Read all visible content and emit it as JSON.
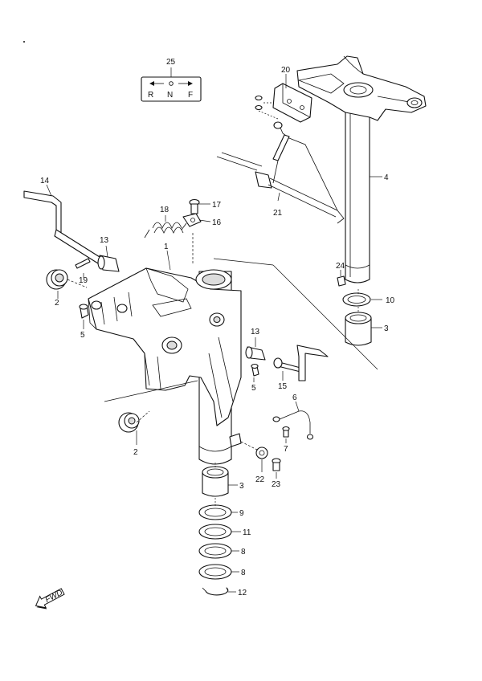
{
  "callouts": {
    "c1": "1",
    "c2a": "2",
    "c2b": "2",
    "c3a": "3",
    "c3b": "3",
    "c4": "4",
    "c5a": "5",
    "c5b": "5",
    "c6": "6",
    "c7": "7",
    "c8a": "8",
    "c8b": "8",
    "c9": "9",
    "c10": "10",
    "c11": "11",
    "c12": "12",
    "c13a": "13",
    "c13b": "13",
    "c14": "14",
    "c15": "15",
    "c16": "16",
    "c17": "17",
    "c18": "18",
    "c19": "19",
    "c20": "20",
    "c21": "21",
    "c22": "22",
    "c23": "23",
    "c24": "24",
    "c25": "25"
  },
  "shift_label": {
    "r": "R",
    "n": "N",
    "f": "F"
  },
  "fwd_label": "FWD"
}
